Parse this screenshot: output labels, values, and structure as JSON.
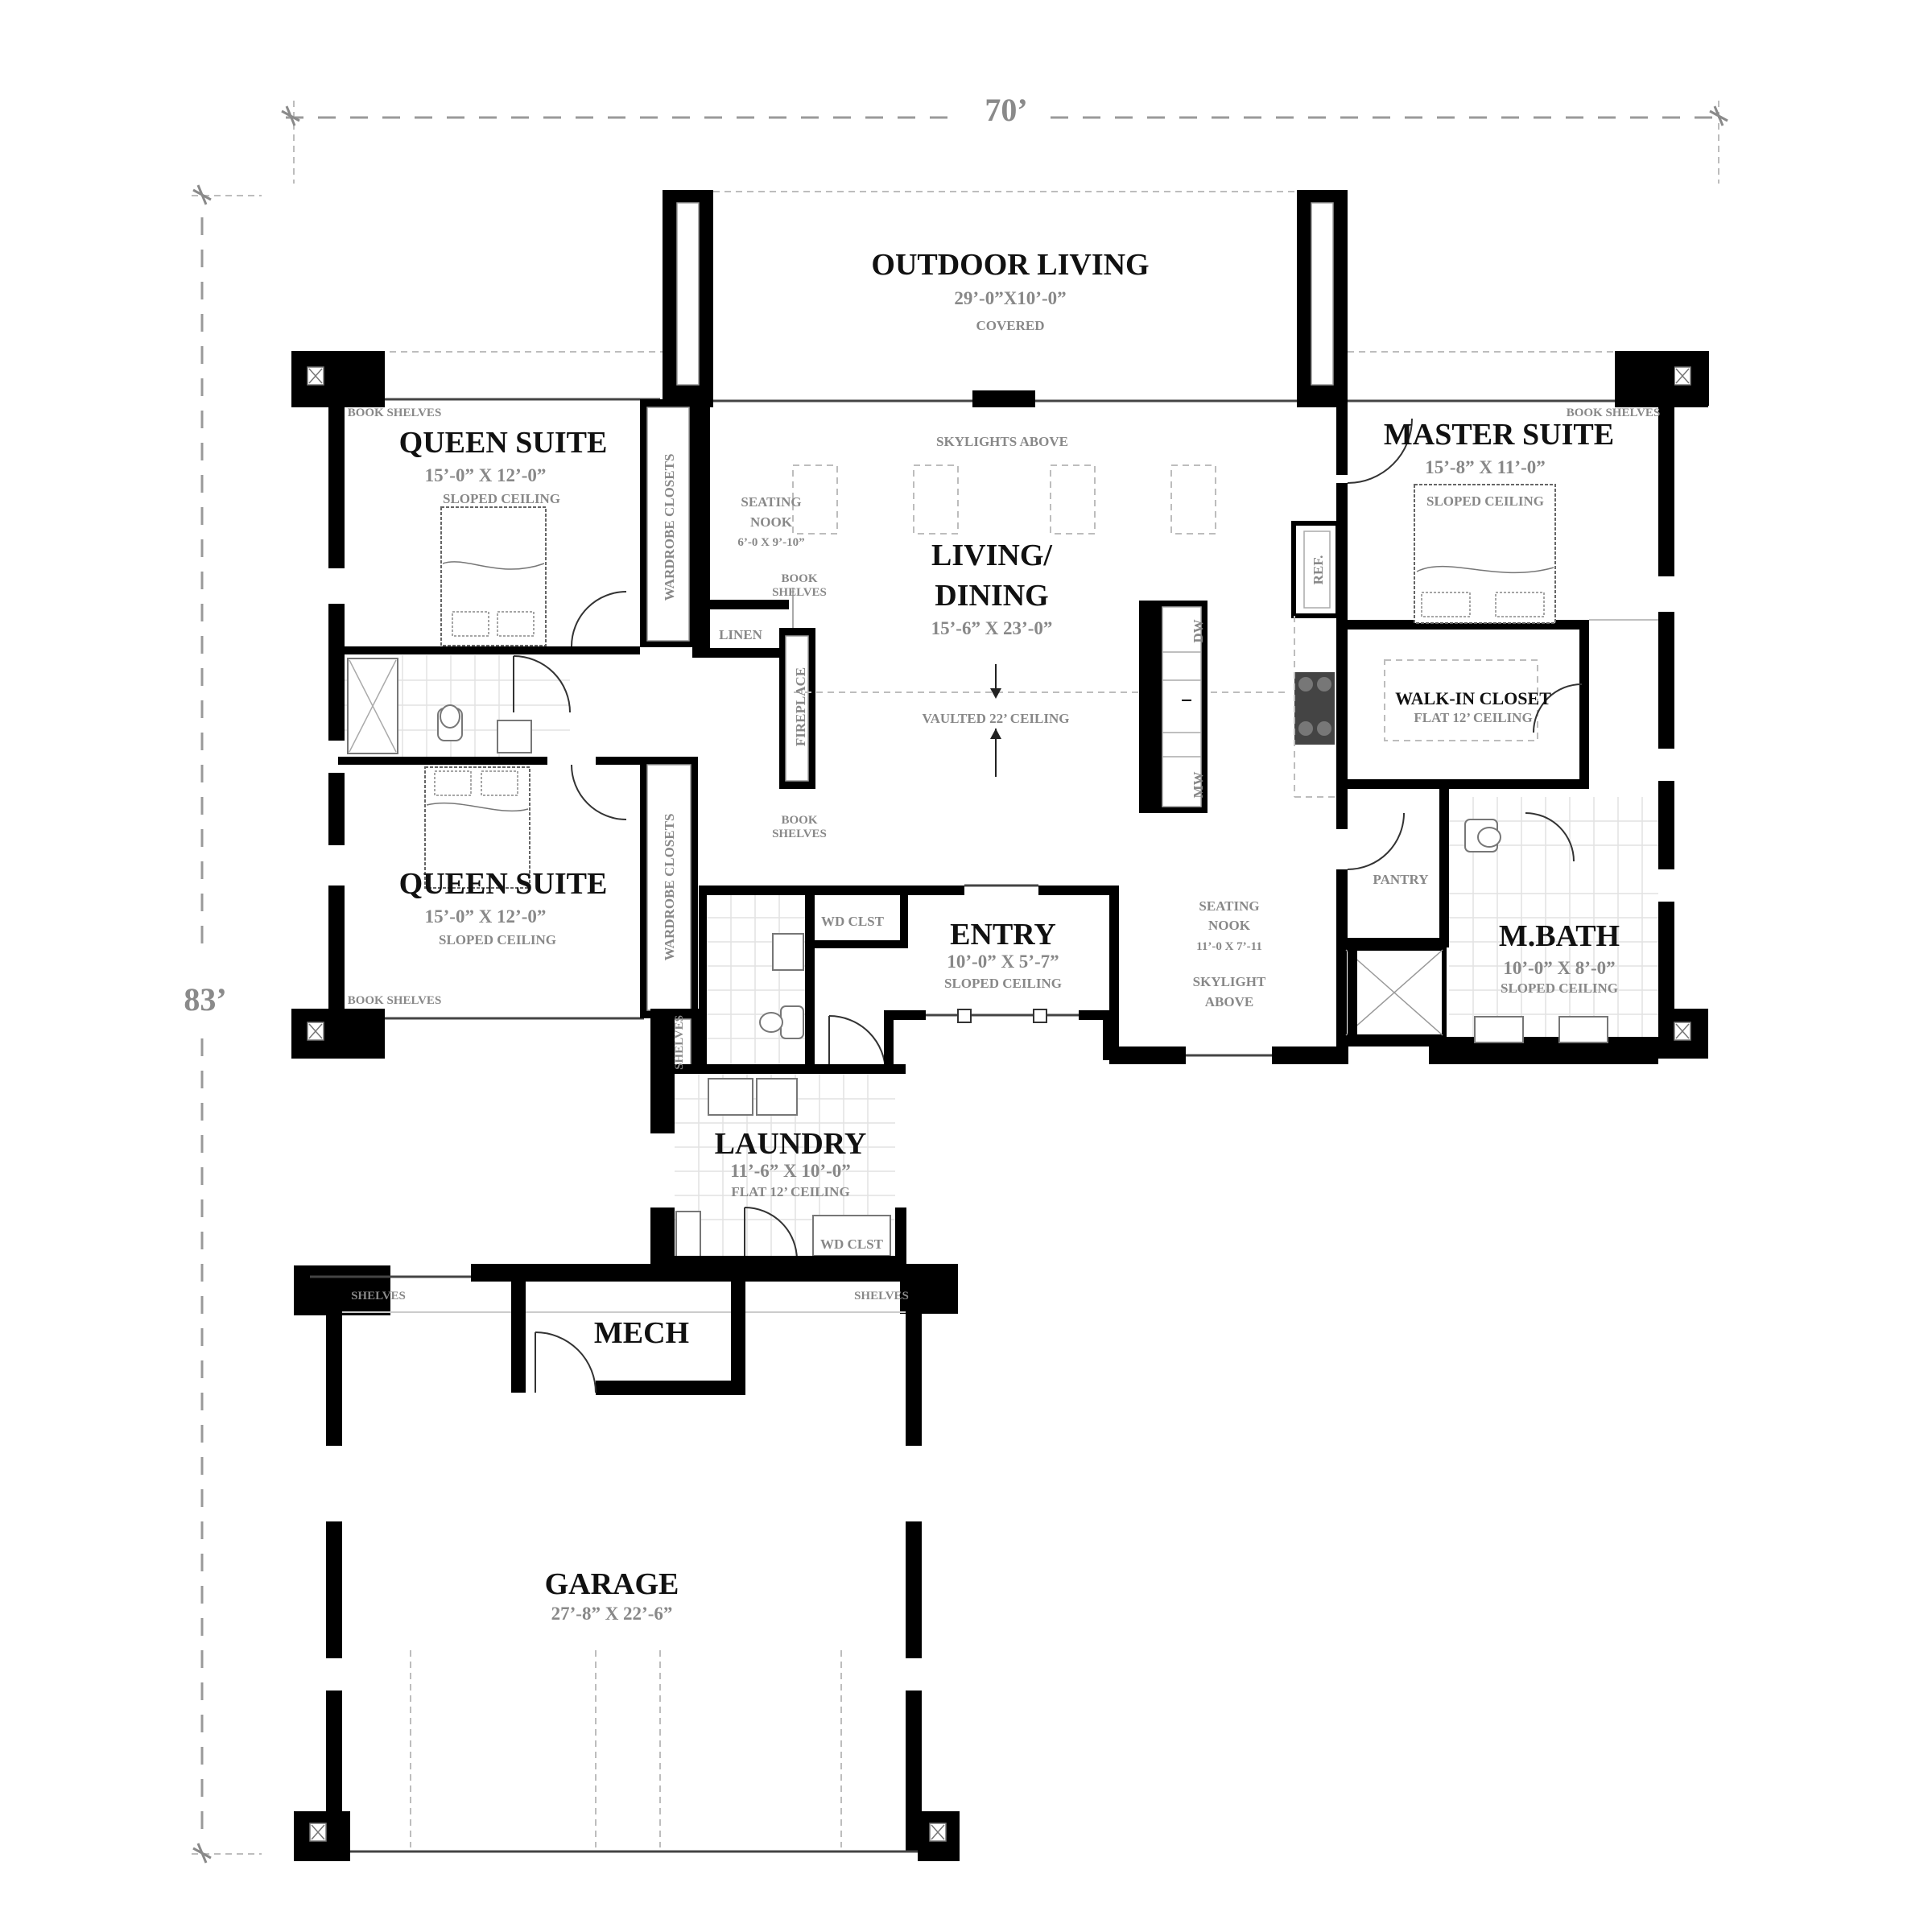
{
  "dimensions": {
    "width": "70’",
    "depth": "83’"
  },
  "rooms": {
    "outdoor_living": {
      "name": "OUTDOOR LIVING",
      "size": "29’-0”X10’-0”",
      "note": "COVERED"
    },
    "queen_suite_1": {
      "name": "QUEEN SUITE",
      "size": "15’-0” X 12’-0”",
      "note": "SLOPED CEILING"
    },
    "queen_suite_2": {
      "name": "QUEEN SUITE",
      "size": "15’-0” X 12’-0”",
      "note": "SLOPED CEILING"
    },
    "master_suite": {
      "name": "MASTER SUITE",
      "size": "15’-8” X 11’-0”",
      "note": "SLOPED CEILING"
    },
    "living_dining": {
      "name_line1": "LIVING/",
      "name_line2": "DINING",
      "size": "15’-6” X 23’-0”",
      "note": "VAULTED 22’ CEILING"
    },
    "seating_nook_1": {
      "line1": "SEATING",
      "line2": "NOOK",
      "size": "6’-0 X 9’-10”"
    },
    "seating_nook_2": {
      "line1": "SEATING",
      "line2": "NOOK",
      "size": "11’-0 X 7’-11",
      "note1": "SKYLIGHT",
      "note2": "ABOVE"
    },
    "walk_in_closet": {
      "name": "WALK-IN CLOSET",
      "note": "FLAT 12’ CEILING"
    },
    "entry": {
      "name": "ENTRY",
      "size": "10’-0” X 5’-7”",
      "note": "SLOPED CEILING"
    },
    "m_bath": {
      "name": "M.BATH",
      "size": "10’-0” X 8’-0”",
      "note": "SLOPED CEILING"
    },
    "laundry": {
      "name": "LAUNDRY",
      "size": "11’-6” X 10’-0”",
      "note": "FLAT 12’ CEILING"
    },
    "mech": {
      "name": "MECH"
    },
    "garage": {
      "name": "GARAGE",
      "size": "27’-8” X 22’-6”"
    }
  },
  "labels": {
    "skylights_above": "SKYLIGHTS ABOVE",
    "book_shelves": "BOOK SHELVES",
    "book": "BOOK",
    "shelves": "SHELVES",
    "wardrobe_closets": "WARDROBE CLOSETS",
    "linen": "LINEN",
    "fireplace": "FIREPLACE",
    "ref": "REF.",
    "dw": "DW",
    "mw": "MW",
    "pantry": "PANTRY",
    "wd_clst": "WD CLST"
  }
}
